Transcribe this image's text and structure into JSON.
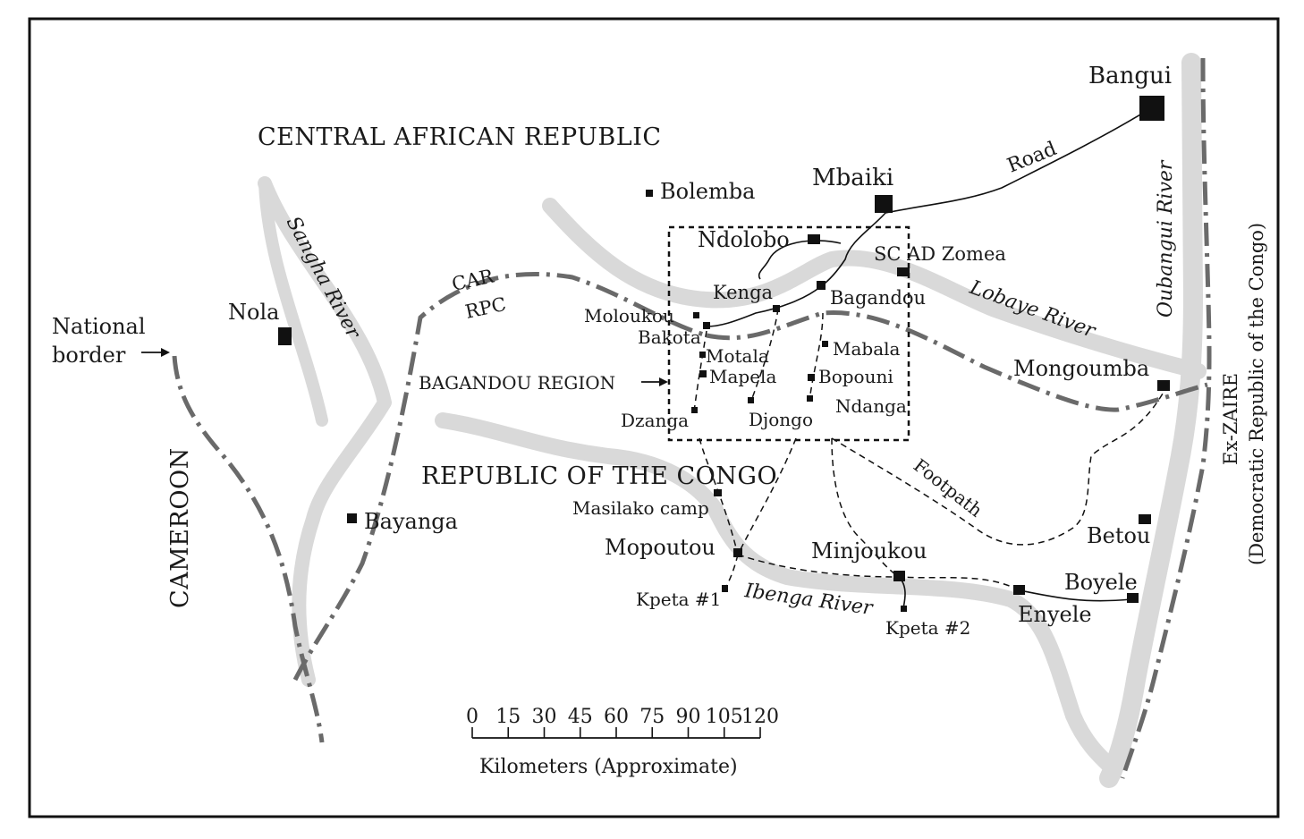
{
  "map": {
    "countries": {
      "car": "CENTRAL AFRICAN REPUBLIC",
      "congo": "REPUBLIC OF THE CONGO",
      "cameroon": "CAMEROON",
      "ex_zaire_1": "Ex-ZAIRE",
      "ex_zaire_2": "(Democratic Republic of the Congo)"
    },
    "cities": {
      "bangui": "Bangui",
      "mbaiki": "Mbaiki",
      "bolemba": "Bolemba",
      "nola": "Nola",
      "bayanga": "Bayanga",
      "mongoumba": "Mongoumba",
      "ndolobo": "Ndolobo",
      "scad": "SC AD Zomea",
      "kenga": "Kenga",
      "bagandou": "Bagandou",
      "moloukou": "Moloukou",
      "bakota": "Bakota",
      "mabala": "Mabala",
      "motala": "Motala",
      "mapela": "Mapela",
      "bopouni": "Bopouni",
      "ndanga": "Ndanga",
      "dzanga": "Dzanga",
      "djongo": "Djongo",
      "masilako": "Masilako camp",
      "mopoutou": "Mopoutou",
      "minjoukou": "Minjoukou",
      "kpeta1": "Kpeta #1",
      "kpeta2": "Kpeta #2",
      "betou": "Betou",
      "boyele": "Boyele",
      "enyele": "Enyele"
    },
    "rivers": {
      "sangha": "Sangha River",
      "lobaye": "Lobaye River",
      "oubangui": "Oubangui River",
      "ibenga": "Ibenga River"
    },
    "labels": {
      "road": "Road",
      "footpath": "Footpath",
      "car_abbr": "CAR",
      "rpc_abbr": "RPC",
      "national_border_1": "National",
      "national_border_2": "border",
      "region": "BAGANDOU REGION"
    },
    "scale": {
      "ticks": [
        "0",
        "15",
        "30",
        "45",
        "60",
        "75",
        "90",
        "105",
        "120"
      ],
      "caption": "Kilometers (Approximate)"
    },
    "colors": {
      "river": "#d9d9d9",
      "border": "#6a6a6a",
      "ink": "#111111"
    }
  }
}
